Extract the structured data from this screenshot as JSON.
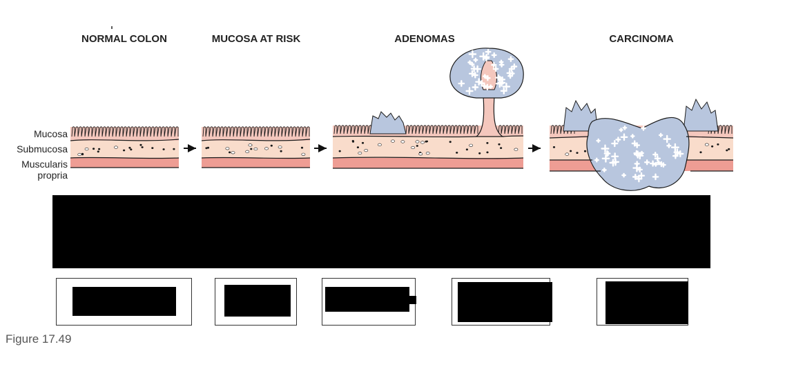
{
  "stages": [
    {
      "title": "NORMAL COLON"
    },
    {
      "title": "MUCOSA AT RISK"
    },
    {
      "title": "ADENOMAS"
    },
    {
      "title": "CARCINOMA"
    }
  ],
  "layers": {
    "mucosa": "Mucosa",
    "submucosa": "Submucosa",
    "muscularis_line1": "Muscularis",
    "muscularis_line2": "propria"
  },
  "figure_caption": "Figure 17.49",
  "colors": {
    "mucosa": "#f4c7bd",
    "submucosa": "#f9dccb",
    "muscularis": "#ee9d94",
    "dysplasia": "#b8c6de",
    "outline": "#1a1a1a",
    "redaction": "#000000"
  }
}
